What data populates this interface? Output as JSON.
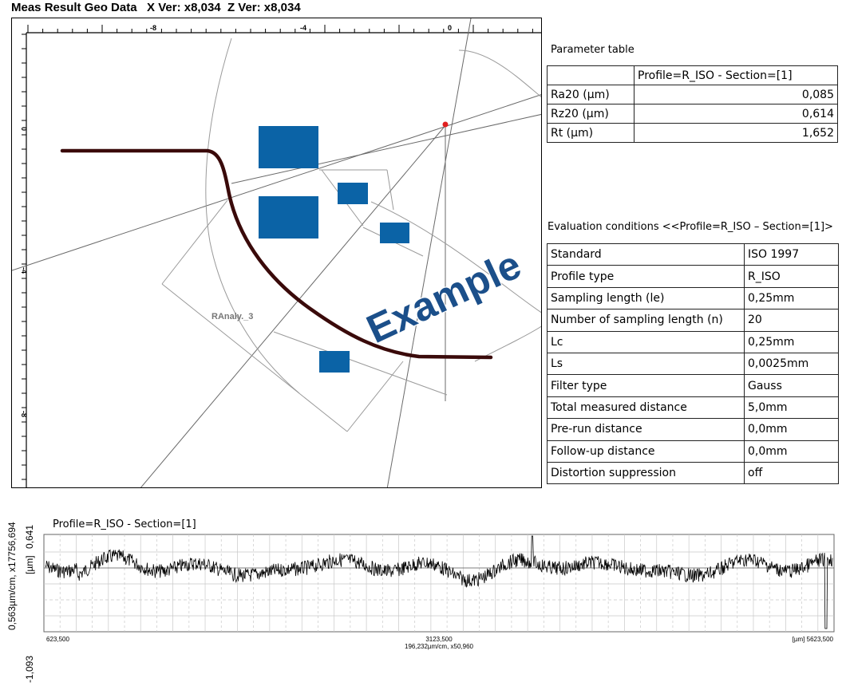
{
  "geo": {
    "title": "Meas Result Geo Data   X Ver: x8,034  Z Ver: x8,034",
    "x_ticks": [
      "-8",
      "-4",
      "0"
    ],
    "y_ticks": [
      "0",
      "-4",
      "-8"
    ],
    "annotation": "RAnaly._3",
    "watermark": "Example",
    "curve_color": "#3a0a0a",
    "box_color": "#0b63a6",
    "point_color": "#e02020"
  },
  "param_table": {
    "caption": "Parameter table",
    "header": "Profile=R_ISO - Section=[1]",
    "rows": [
      {
        "name": "Ra20 (µm)",
        "value": "0,085"
      },
      {
        "name": "Rz20 (µm)",
        "value": "0,614"
      },
      {
        "name": "Rt (µm)",
        "value": "1,652"
      }
    ]
  },
  "cond_table": {
    "caption": "Evaluation conditions <<Profile=R_ISO – Section=[1]>",
    "rows": [
      {
        "name": "Standard",
        "value": "ISO 1997"
      },
      {
        "name": "Profile type",
        "value": "R_ISO"
      },
      {
        "name": "Sampling length (le)",
        "value": "0,25mm"
      },
      {
        "name": "Number of sampling length (n)",
        "value": "20"
      },
      {
        "name": "Lc",
        "value": "0,25mm"
      },
      {
        "name": "Ls",
        "value": "0,0025mm"
      },
      {
        "name": "Filter type",
        "value": "Gauss"
      },
      {
        "name": "Total measured distance",
        "value": "5,0mm"
      },
      {
        "name": "Pre-run distance",
        "value": "0,0mm"
      },
      {
        "name": "Follow-up distance",
        "value": "0,0mm"
      },
      {
        "name": "Distortion suppression",
        "value": "off"
      }
    ]
  },
  "profile": {
    "caption": "Profile=R_ISO - Section=[1]",
    "y_axis_label": "0,563µm/cm, x17756,694",
    "y_unit": "[µm]",
    "y_top": "0,641",
    "y_bottom": "-1,093",
    "x_left": "623,500",
    "x_mid": "3123,500",
    "x_mid_sub": "196,232µm/cm, x50,960",
    "x_right": "[µm] 5623,500",
    "line_color": "#000000"
  }
}
